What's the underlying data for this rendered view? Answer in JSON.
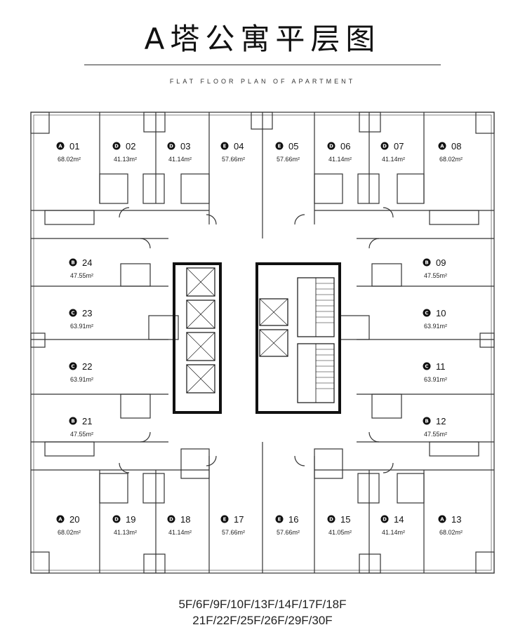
{
  "header": {
    "title": "A塔公寓平层图",
    "subtitle": "FLAT FLOOR PLAN OF APARTMENT"
  },
  "units": [
    {
      "type": "A",
      "num": "01",
      "area": "68.02m²"
    },
    {
      "type": "D",
      "num": "02",
      "area": "41.13m²"
    },
    {
      "type": "D",
      "num": "03",
      "area": "41.14m²"
    },
    {
      "type": "E",
      "num": "04",
      "area": "57.66m²"
    },
    {
      "type": "E",
      "num": "05",
      "area": "57.66m²"
    },
    {
      "type": "D",
      "num": "06",
      "area": "41.14m²"
    },
    {
      "type": "D",
      "num": "07",
      "area": "41.14m²"
    },
    {
      "type": "A",
      "num": "08",
      "area": "68.02m²"
    },
    {
      "type": "B",
      "num": "24",
      "area": "47.55m²"
    },
    {
      "type": "B",
      "num": "09",
      "area": "47.55m²"
    },
    {
      "type": "C",
      "num": "23",
      "area": "63.91m²"
    },
    {
      "type": "C",
      "num": "10",
      "area": "63.91m²"
    },
    {
      "type": "C",
      "num": "22",
      "area": "63.91m²"
    },
    {
      "type": "C",
      "num": "11",
      "area": "63.91m²"
    },
    {
      "type": "B",
      "num": "21",
      "area": "47.55m²"
    },
    {
      "type": "B",
      "num": "12",
      "area": "47.55m²"
    },
    {
      "type": "A",
      "num": "20",
      "area": "68.02m²"
    },
    {
      "type": "D",
      "num": "19",
      "area": "41.13m²"
    },
    {
      "type": "D",
      "num": "18",
      "area": "41.14m²"
    },
    {
      "type": "E",
      "num": "17",
      "area": "57.66m²"
    },
    {
      "type": "E",
      "num": "16",
      "area": "57.66m²"
    },
    {
      "type": "D",
      "num": "15",
      "area": "41.05m²"
    },
    {
      "type": "D",
      "num": "14",
      "area": "41.14m²"
    },
    {
      "type": "A",
      "num": "13",
      "area": "68.02m²"
    }
  ],
  "footer": {
    "floors_line1": "5F/6F/9F/10F/13F/14F/17F/18F",
    "floors_line2": "21F/22F/25F/26F/29F/30F"
  }
}
